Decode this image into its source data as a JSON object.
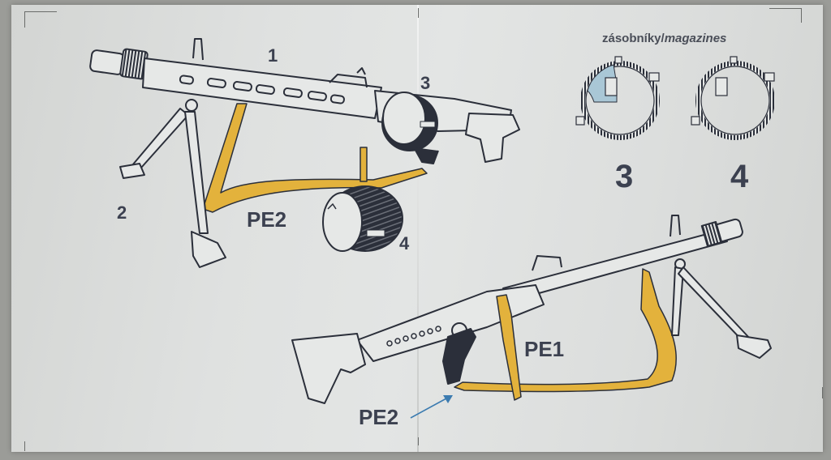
{
  "document": {
    "type": "model kit instruction sheet",
    "colors": {
      "line_art": "#2b2f3a",
      "sling_yellow": "#e3b23c",
      "label_text": "#3c4150",
      "arrow_blue": "#3b7bb0",
      "paper": "#e0e2e1"
    }
  },
  "figure_top": {
    "part_labels": [
      {
        "id": "1",
        "text": "1"
      },
      {
        "id": "2",
        "text": "2"
      },
      {
        "id": "3",
        "text": "3"
      },
      {
        "id": "4",
        "text": "4"
      }
    ],
    "sling_label": "PE2"
  },
  "figure_bottom": {
    "sling_labels": [
      {
        "id": "PE1",
        "text": "PE1"
      },
      {
        "id": "PE2",
        "text": "PE2"
      }
    ]
  },
  "magazines": {
    "title_cz": "zásobníky/",
    "title_en": "magazines",
    "items": [
      {
        "number": "3",
        "highlight_color": "#a9c7d6"
      },
      {
        "number": "4",
        "highlight_color": null
      }
    ]
  }
}
